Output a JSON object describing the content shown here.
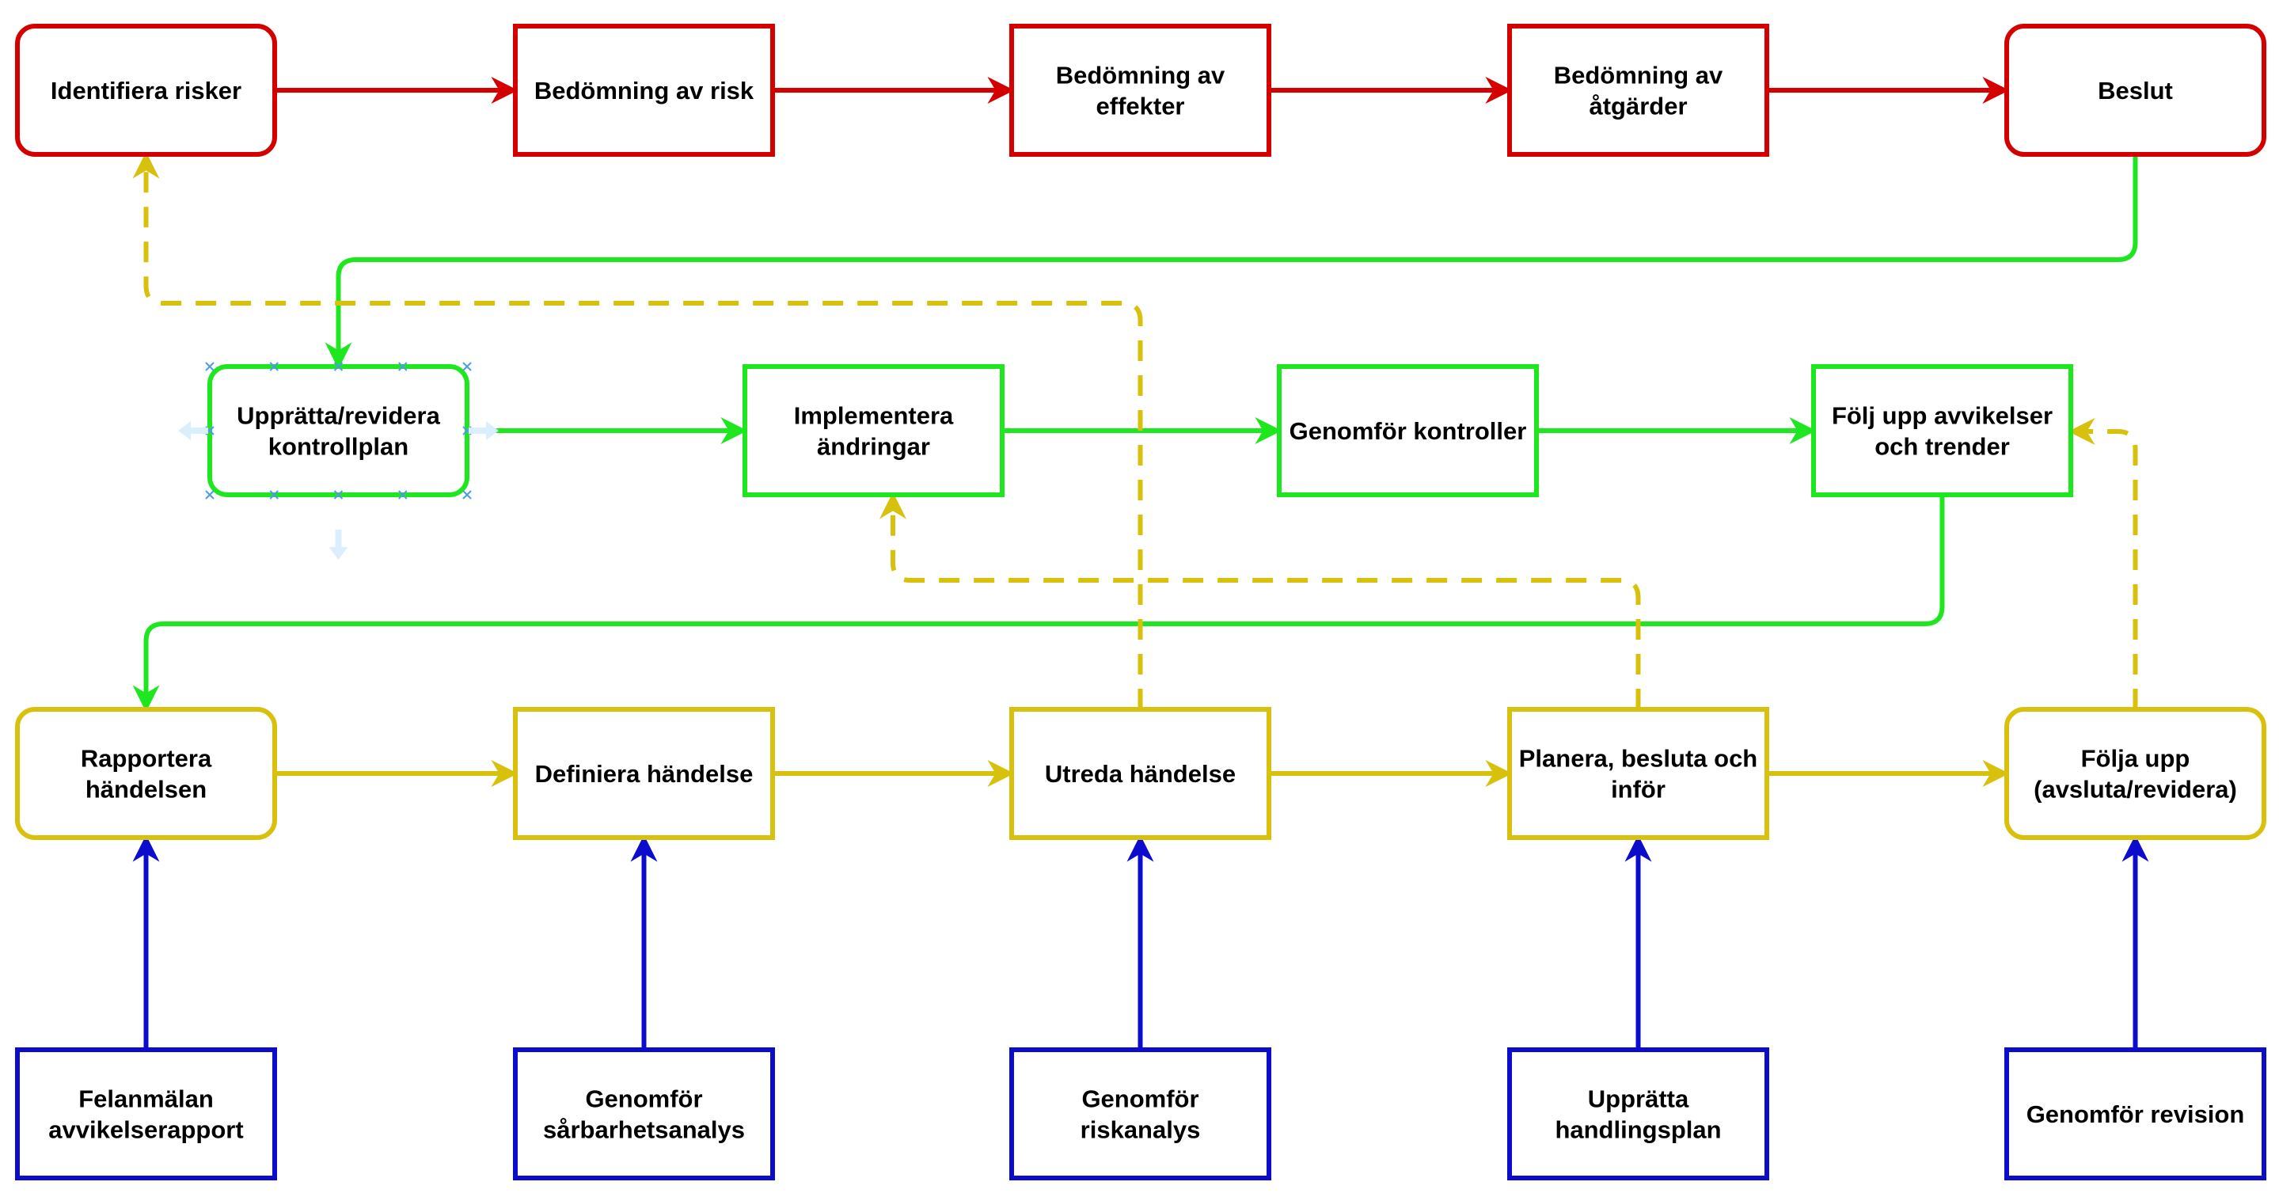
{
  "diagram": {
    "colors": {
      "risk": "#d40000",
      "control": "#1fe71f",
      "incident": "#d8c10c",
      "tool": "#0c0ccc",
      "selection": "#4d9be8"
    },
    "rows": {
      "risk": [
        {
          "id": "identifiera-risker",
          "lines": [
            "Identifiera risker"
          ],
          "rounded": true
        },
        {
          "id": "bedomning-av-risk",
          "lines": [
            "Bedömning av risk"
          ],
          "rounded": false
        },
        {
          "id": "bedomning-av-effekter",
          "lines": [
            "Bedömning av",
            "effekter"
          ],
          "rounded": false
        },
        {
          "id": "bedomning-av-atgarder",
          "lines": [
            "Bedömning av",
            "åtgärder"
          ],
          "rounded": false
        },
        {
          "id": "beslut",
          "lines": [
            "Beslut"
          ],
          "rounded": true
        }
      ],
      "control": [
        {
          "id": "upprätta-revidera-kontrollplan",
          "lines": [
            "Upprätta/revidera",
            "kontrollplan"
          ],
          "rounded": true,
          "selected": true
        },
        {
          "id": "implementera-andringar",
          "lines": [
            "Implementera",
            "ändringar"
          ],
          "rounded": false
        },
        {
          "id": "genomfor-kontroller",
          "lines": [
            "Genomför kontroller"
          ],
          "rounded": false
        },
        {
          "id": "folj-upp-avvikelser",
          "lines": [
            "Följ upp avvikelser",
            "och trender"
          ],
          "rounded": false
        }
      ],
      "incident": [
        {
          "id": "rapportera-handelsen",
          "lines": [
            "Rapportera",
            "händelsen"
          ],
          "rounded": true
        },
        {
          "id": "definiera-handelse",
          "lines": [
            "Definiera händelse"
          ],
          "rounded": false
        },
        {
          "id": "utreda-handelse",
          "lines": [
            "Utreda händelse"
          ],
          "rounded": false
        },
        {
          "id": "planera-besluta-infor",
          "lines": [
            "Planera, besluta och",
            "inför"
          ],
          "rounded": false
        },
        {
          "id": "folja-upp-avsluta",
          "lines": [
            "Följa upp",
            "(avsluta/revidera)"
          ],
          "rounded": true
        }
      ],
      "tool": [
        {
          "id": "felanmalan",
          "lines": [
            "Felanmälan",
            "avvikelserapport"
          ],
          "rounded": false
        },
        {
          "id": "genomfor-sarbarhetsanalys",
          "lines": [
            "Genomför",
            "sårbarhetsanalys"
          ],
          "rounded": false
        },
        {
          "id": "genomfor-riskanalys",
          "lines": [
            "Genomför",
            "riskanalys"
          ],
          "rounded": false
        },
        {
          "id": "uppratta-handlingsplan",
          "lines": [
            "Upprätta",
            "handlingsplan"
          ],
          "rounded": false
        },
        {
          "id": "genomfor-revision",
          "lines": [
            "Genomför revision"
          ],
          "rounded": false
        }
      ]
    },
    "edges": [
      {
        "from": "identifiera-risker",
        "to": "bedomning-av-risk",
        "color": "risk",
        "style": "solid"
      },
      {
        "from": "bedomning-av-risk",
        "to": "bedomning-av-effekter",
        "color": "risk",
        "style": "solid"
      },
      {
        "from": "bedomning-av-effekter",
        "to": "bedomning-av-atgarder",
        "color": "risk",
        "style": "solid"
      },
      {
        "from": "bedomning-av-atgarder",
        "to": "beslut",
        "color": "risk",
        "style": "solid"
      },
      {
        "from": "beslut",
        "to": "upprätta-revidera-kontrollplan",
        "color": "control",
        "style": "solid"
      },
      {
        "from": "upprätta-revidera-kontrollplan",
        "to": "implementera-andringar",
        "color": "control",
        "style": "solid"
      },
      {
        "from": "implementera-andringar",
        "to": "genomfor-kontroller",
        "color": "control",
        "style": "solid"
      },
      {
        "from": "genomfor-kontroller",
        "to": "folj-upp-avvikelser",
        "color": "control",
        "style": "solid"
      },
      {
        "from": "folj-upp-avvikelser",
        "to": "rapportera-handelsen",
        "color": "control",
        "style": "solid"
      },
      {
        "from": "rapportera-handelsen",
        "to": "definiera-handelse",
        "color": "incident",
        "style": "solid"
      },
      {
        "from": "definiera-handelse",
        "to": "utreda-handelse",
        "color": "incident",
        "style": "solid"
      },
      {
        "from": "utreda-handelse",
        "to": "planera-besluta-infor",
        "color": "incident",
        "style": "solid"
      },
      {
        "from": "planera-besluta-infor",
        "to": "folja-upp-avsluta",
        "color": "incident",
        "style": "solid"
      },
      {
        "from": "utreda-handelse",
        "to": "identifiera-risker",
        "color": "incident",
        "style": "dashed"
      },
      {
        "from": "planera-besluta-infor",
        "to": "implementera-andringar",
        "color": "incident",
        "style": "dashed"
      },
      {
        "from": "folja-upp-avsluta",
        "to": "folj-upp-avvikelser",
        "color": "incident",
        "style": "dashed"
      },
      {
        "from": "felanmalan",
        "to": "rapportera-handelsen",
        "color": "tool",
        "style": "solid"
      },
      {
        "from": "genomfor-sarbarhetsanalys",
        "to": "definiera-handelse",
        "color": "tool",
        "style": "solid"
      },
      {
        "from": "genomfor-riskanalys",
        "to": "utreda-handelse",
        "color": "tool",
        "style": "solid"
      },
      {
        "from": "uppratta-handlingsplan",
        "to": "planera-besluta-infor",
        "color": "tool",
        "style": "solid"
      },
      {
        "from": "genomfor-revision",
        "to": "folja-upp-avsluta",
        "color": "tool",
        "style": "solid"
      }
    ]
  }
}
